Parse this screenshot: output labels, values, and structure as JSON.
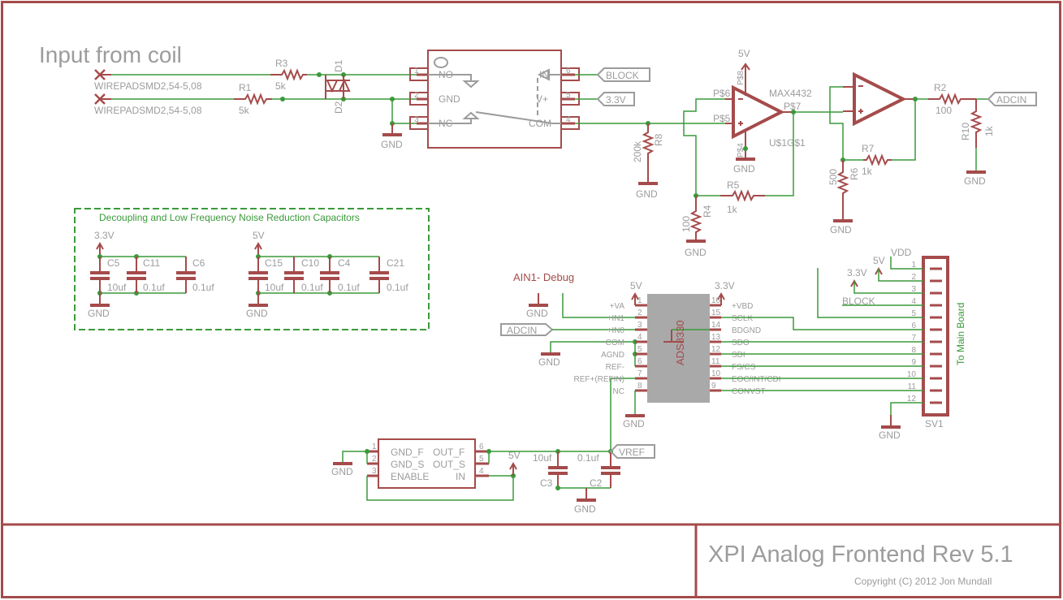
{
  "title_block": {
    "title": "XPI Analog Frontend Rev 5.1",
    "copyright": "Copyright (C) 2012 Jon Mundall"
  },
  "input_section": {
    "heading": "Input from coil",
    "wirepad_1": "WIREPADSMD2,54-5,08",
    "wirepad_2": "WIREPADSMD2,54-5,08",
    "r3": {
      "name": "R3",
      "value": "5k"
    },
    "r1": {
      "name": "R1",
      "value": "5k"
    },
    "d1": "D1",
    "d2": "D2",
    "gnd": "GND"
  },
  "switch_ic": {
    "pins_left": [
      {
        "num": "1",
        "label": "NO"
      },
      {
        "num": "2",
        "label": "GND"
      },
      {
        "num": "3",
        "label": "NC"
      }
    ],
    "pins_right": [
      {
        "num": "6",
        "label": "IN"
      },
      {
        "num": "5",
        "label": "V+"
      },
      {
        "num": "4",
        "label": "COM"
      }
    ],
    "net_block": "BLOCK",
    "net_33v": "3.3V"
  },
  "opamp1": {
    "part": "MAX4432",
    "instance": "U$1G$1",
    "pin_minus": "P$6",
    "pin_plus": "P$5",
    "pin_out": "P$7",
    "pin_vcc": "P$8",
    "pin_gnd": "P$4",
    "supply": "5V",
    "gnd": "GND",
    "r8": {
      "name": "R8",
      "value": "200k"
    },
    "r8_gnd": "GND",
    "r5": {
      "name": "R5",
      "value": "1k"
    },
    "r4": {
      "name": "R4",
      "value": "100"
    },
    "r4_gnd": "GND"
  },
  "opamp2": {
    "r7": {
      "name": "R7",
      "value": "1k"
    },
    "r6": {
      "name": "R6",
      "value": "500"
    },
    "r6_gnd": "GND",
    "r2": {
      "name": "R2",
      "value": "100"
    },
    "r10": {
      "name": "R10",
      "value": "1k"
    },
    "r10_gnd": "GND",
    "net_adcin": "ADCIN"
  },
  "decoupling": {
    "title": "Decoupling and Low Frequency Noise Reduction Capacitors",
    "group_33": {
      "supply": "3.3V",
      "gnd": "GND",
      "caps": [
        {
          "name": "C5",
          "value": "10uf"
        },
        {
          "name": "C11",
          "value": "0.1uf"
        },
        {
          "name": "C6",
          "value": "0.1uf"
        }
      ]
    },
    "group_5": {
      "supply": "5V",
      "gnd": "GND",
      "caps": [
        {
          "name": "C15",
          "value": "10uf"
        },
        {
          "name": "C10",
          "value": "0.1uf"
        },
        {
          "name": "C4",
          "value": "0.1uf"
        },
        {
          "name": "C21",
          "value": "0.1uf"
        }
      ]
    }
  },
  "adc": {
    "part": "ADS8330",
    "debug_label": "AIN1- Debug",
    "supply_a": "5V",
    "supply_b": "3.3V",
    "net_adcin": "ADCIN",
    "gnd_top": "GND",
    "gnd_com": "GND",
    "gnd_bottom": "GND",
    "left_pins": [
      {
        "num": "1",
        "label": "+VA"
      },
      {
        "num": "2",
        "label": "+IN1"
      },
      {
        "num": "3",
        "label": "+IN0"
      },
      {
        "num": "4",
        "label": "COM"
      },
      {
        "num": "5",
        "label": "AGND"
      },
      {
        "num": "6",
        "label": "REF-"
      },
      {
        "num": "7",
        "label": "REF+(REFIN)"
      },
      {
        "num": "8",
        "label": "NC"
      }
    ],
    "right_pins": [
      {
        "num": "16",
        "label": "+VBD"
      },
      {
        "num": "15",
        "label": "SCLK"
      },
      {
        "num": "14",
        "label": "BDGND"
      },
      {
        "num": "13",
        "label": "SDO"
      },
      {
        "num": "12",
        "label": "SDI"
      },
      {
        "num": "11",
        "label": "FS/CS"
      },
      {
        "num": "10",
        "label": "EOC/INT/CDI"
      },
      {
        "num": "9",
        "label": "CONVST"
      }
    ]
  },
  "connector": {
    "name": "SV1",
    "side_label": "To Main Board",
    "vdd": "VDD",
    "supply_5v": "5V",
    "supply_33v": "3.3V",
    "block": "BLOCK",
    "gnd": "GND",
    "pins": [
      "1",
      "2",
      "3",
      "4",
      "5",
      "6",
      "7",
      "8",
      "9",
      "10",
      "11",
      "12"
    ]
  },
  "reference": {
    "left_pins": [
      {
        "num": "1",
        "label": "GND_F"
      },
      {
        "num": "2",
        "label": "GND_S"
      },
      {
        "num": "3",
        "label": "ENABLE"
      }
    ],
    "right_pins": [
      {
        "num": "6",
        "label": "OUT_F"
      },
      {
        "num": "5",
        "label": "OUT_S"
      },
      {
        "num": "4",
        "label": "IN"
      }
    ],
    "gnd": "GND",
    "supply": "5V",
    "c3": {
      "name": "C3",
      "value": "10uf"
    },
    "c2": {
      "name": "C2",
      "value": "0.1uf"
    },
    "cap_gnd": "GND",
    "net_vref": "VREF"
  }
}
